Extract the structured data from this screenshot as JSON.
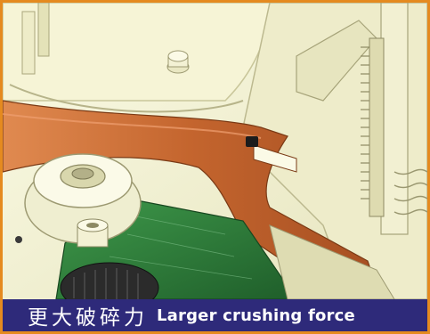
{
  "caption": {
    "chinese": "更大破碎力",
    "english": "Larger crushing force"
  },
  "colors": {
    "frame_border": "#e58a1f",
    "caption_background": "#2e2a7a",
    "caption_text": "#ffffff",
    "housing": "#f3f1cd",
    "copper_blade": "#c4652e",
    "circuit_board": "#2f7d3a"
  },
  "illustration": {
    "subject": "cutaway render of crusher mechanism",
    "parts": [
      "housing-plate",
      "copper-crushing-blade",
      "gear-rack",
      "motor-hub",
      "circuit-board",
      "coil"
    ]
  }
}
